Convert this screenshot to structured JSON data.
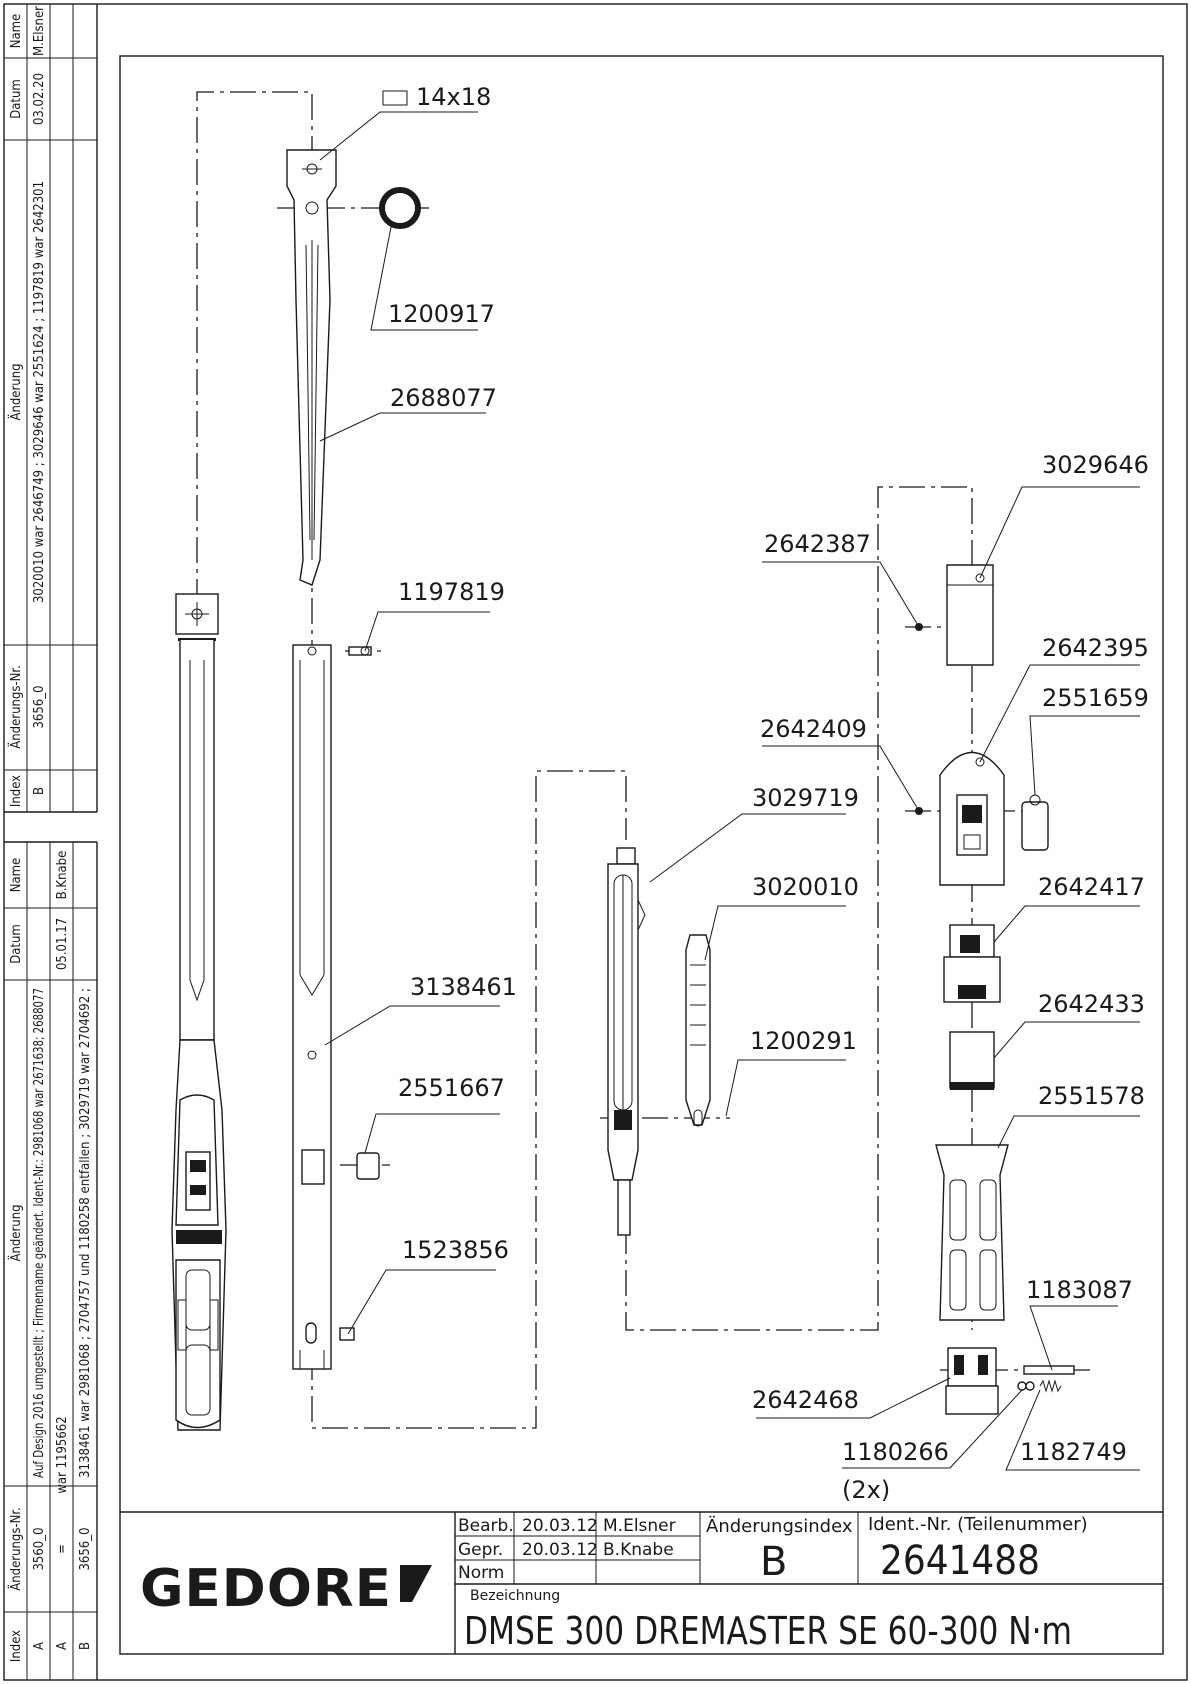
{
  "revision_blocks": {
    "headers": {
      "index": "Index",
      "change_no": "Änderungs-Nr.",
      "change": "Änderung",
      "date": "Datum",
      "name": "Name"
    },
    "upper": {
      "index": "B",
      "change_no": "3656_0",
      "change": "3020010 war 2646749 ; 3029646 war 2551624 ; 1197819 war 2642301",
      "date": "03.02.20",
      "name": "M.Elsner"
    },
    "lower": {
      "row1": {
        "index": "A",
        "change_no": "3560_0",
        "change": "Auf Design 2016 umgestellt ; Firmenname geändert. Ident-Nr.: 2981068 war 2671638; 2688077",
        "date": "05.01.17",
        "name": "B.Knabe"
      },
      "row2": {
        "index": "A",
        "change_no": "=",
        "change": "war 1195662"
      },
      "row3": {
        "index": "B",
        "change_no": "3656_0",
        "change": "3138461 war 2981068 ; 2704757 und 1180258 entfallen ; 3029719 war 2704692 ;"
      }
    }
  },
  "labels": {
    "size_14x18": "14x18",
    "p1200917": "1200917",
    "p2688077": "2688077",
    "p1197819": "1197819",
    "p3138461": "3138461",
    "p2551667": "2551667",
    "p1523856": "1523856",
    "p3029646": "3029646",
    "p2642387": "2642387",
    "p2642395": "2642395",
    "p2551659": "2551659",
    "p2642409": "2642409",
    "p3029719": "3029719",
    "p3020010": "3020010",
    "p2642417": "2642417",
    "p2642433": "2642433",
    "p1200291": "1200291",
    "p2551578": "2551578",
    "p1183087": "1183087",
    "p2642468": "2642468",
    "p1180266": "1180266",
    "qty_2x": "(2x)",
    "p1182749": "1182749"
  },
  "title_block": {
    "logo": "GEDORE",
    "bearb_label": "Bearb.",
    "bearb_date": "20.03.12",
    "bearb_name": "M.Elsner",
    "gepr_label": "Gepr.",
    "gepr_date": "20.03.12",
    "gepr_name": "B.Knabe",
    "norm_label": "Norm",
    "change_index_label": "Änderungsindex",
    "change_index": "B",
    "ident_label": "Ident.-Nr.  (Teilenummer)",
    "ident_no": "2641488",
    "designation_label": "Bezeichnung",
    "designation": "DMSE 300 DREMASTER SE 60-300 N·m"
  }
}
